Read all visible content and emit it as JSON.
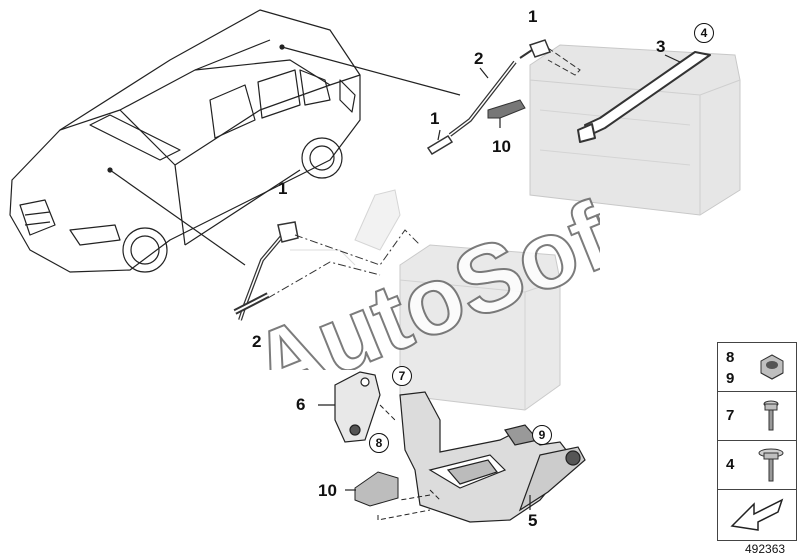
{
  "diagram": {
    "diagram_number": "492363",
    "watermark": "AutoSoft",
    "callouts": {
      "c1_top": "1",
      "c1_mid": "1",
      "c1_left": "1",
      "c2_top": "2",
      "c2_left": "2",
      "c3": "3",
      "c4": "4",
      "c5": "5",
      "c6": "6",
      "c7": "7",
      "c8": "8",
      "c9": "9",
      "c10_top": "10",
      "c10_bottom": "10"
    },
    "legend": {
      "row1": [
        "8",
        "9"
      ],
      "row2": "7",
      "row3": "4",
      "row4_icon": "nav-arrow-icon"
    },
    "icons": {
      "vehicle": "suv-outline-icon",
      "battery_large": "battery-icon",
      "battery_small": "battery-icon",
      "nut": "nut-icon",
      "bolt": "bolt-icon",
      "screw": "screw-icon",
      "arrow": "nav-arrow-icon"
    }
  }
}
